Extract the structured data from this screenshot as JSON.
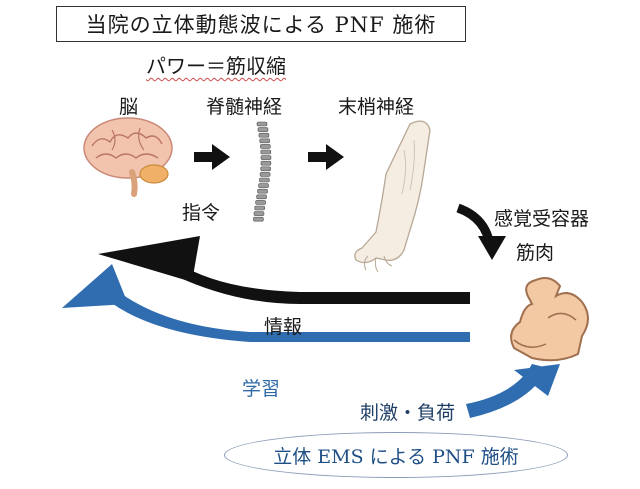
{
  "title": "当院の立体動態波による PNF 施術",
  "subtitle": "パワー＝筋収縮",
  "labels": {
    "brain": "脳",
    "spinal_cord": "脊髄神経",
    "peripheral_nerve": "末梢神経",
    "command": "指令",
    "sensory_receptor": "感覚受容器",
    "muscle": "筋肉",
    "information": "情報",
    "learning": "学習",
    "stimulus": "刺激・負荷"
  },
  "bottom_label": "立体 EMS による PNF 施術",
  "colors": {
    "black_arrow": "#111111",
    "blue_arrow": "#2f6db0",
    "label_blue": "#2e6aa8",
    "ellipse_border": "#8a9bb7"
  }
}
